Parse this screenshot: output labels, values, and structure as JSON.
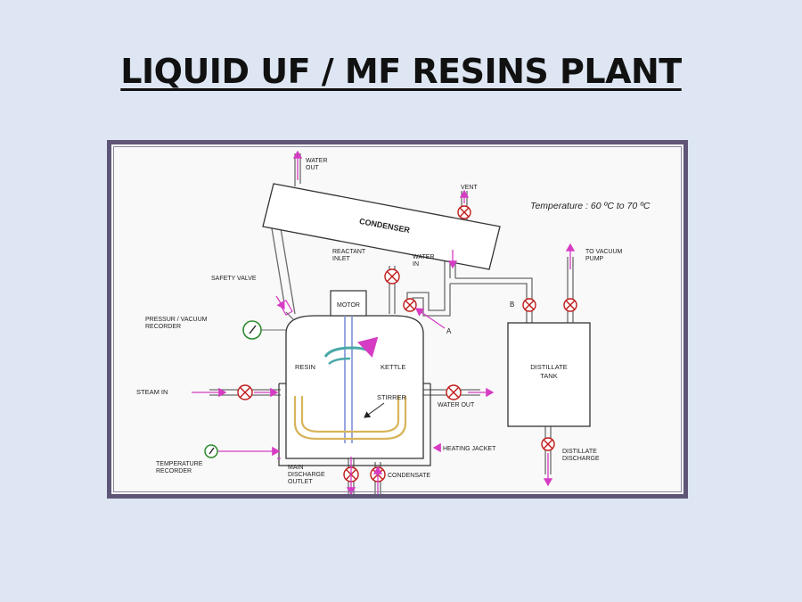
{
  "slide": {
    "title": "LIQUID UF / MF RESINS PLANT"
  },
  "diagram": {
    "temperature": "Temperature : 60 ºC to 70 ºC",
    "labels": {
      "water_out_top_1": "WATER",
      "water_out_top_2": "OUT",
      "vent": "VENT",
      "condenser": "CONDENSER",
      "reactant_1": "REACTANT",
      "reactant_2": "INLET",
      "water_in_1": "WATER",
      "water_in_2": "IN",
      "to_vacuum_1": "TO VACUUM",
      "to_vacuum_2": "PUMP",
      "safety_valve": "SAFETY VALVE",
      "motor": "MOTOR",
      "point_b": "B",
      "point_a": "A",
      "pressure_1": "PRESSUR / VACUUM",
      "pressure_2": "RECORDER",
      "resin": "RESIN",
      "kettle": "KETTLE",
      "distillate_1": "DISTILLATE",
      "distillate_2": "TANK",
      "steam_in": "STEAM IN",
      "stirrer": "STIRRER",
      "water_out_right": "WATER OUT",
      "heating_jacket": "HEATING JACKET",
      "temp_rec_1": "TEMPERATURE",
      "temp_rec_2": "RECORDER",
      "main_1": "MAIN",
      "main_2": "DISCHARGE",
      "main_3": "OUTLET",
      "condensate": "CONDENSATE",
      "dist_dis_1": "DISTILLATE",
      "dist_dis_2": "DISCHARGE"
    },
    "colors": {
      "arrow": "#d63cc3",
      "pipe": "#6b6b6b",
      "valve": "#c01818",
      "gauge": "#2d8a2d",
      "stirrer": "#d8b45a",
      "shaft": "#7f8fd8",
      "swirl": "#49a8a8"
    }
  }
}
